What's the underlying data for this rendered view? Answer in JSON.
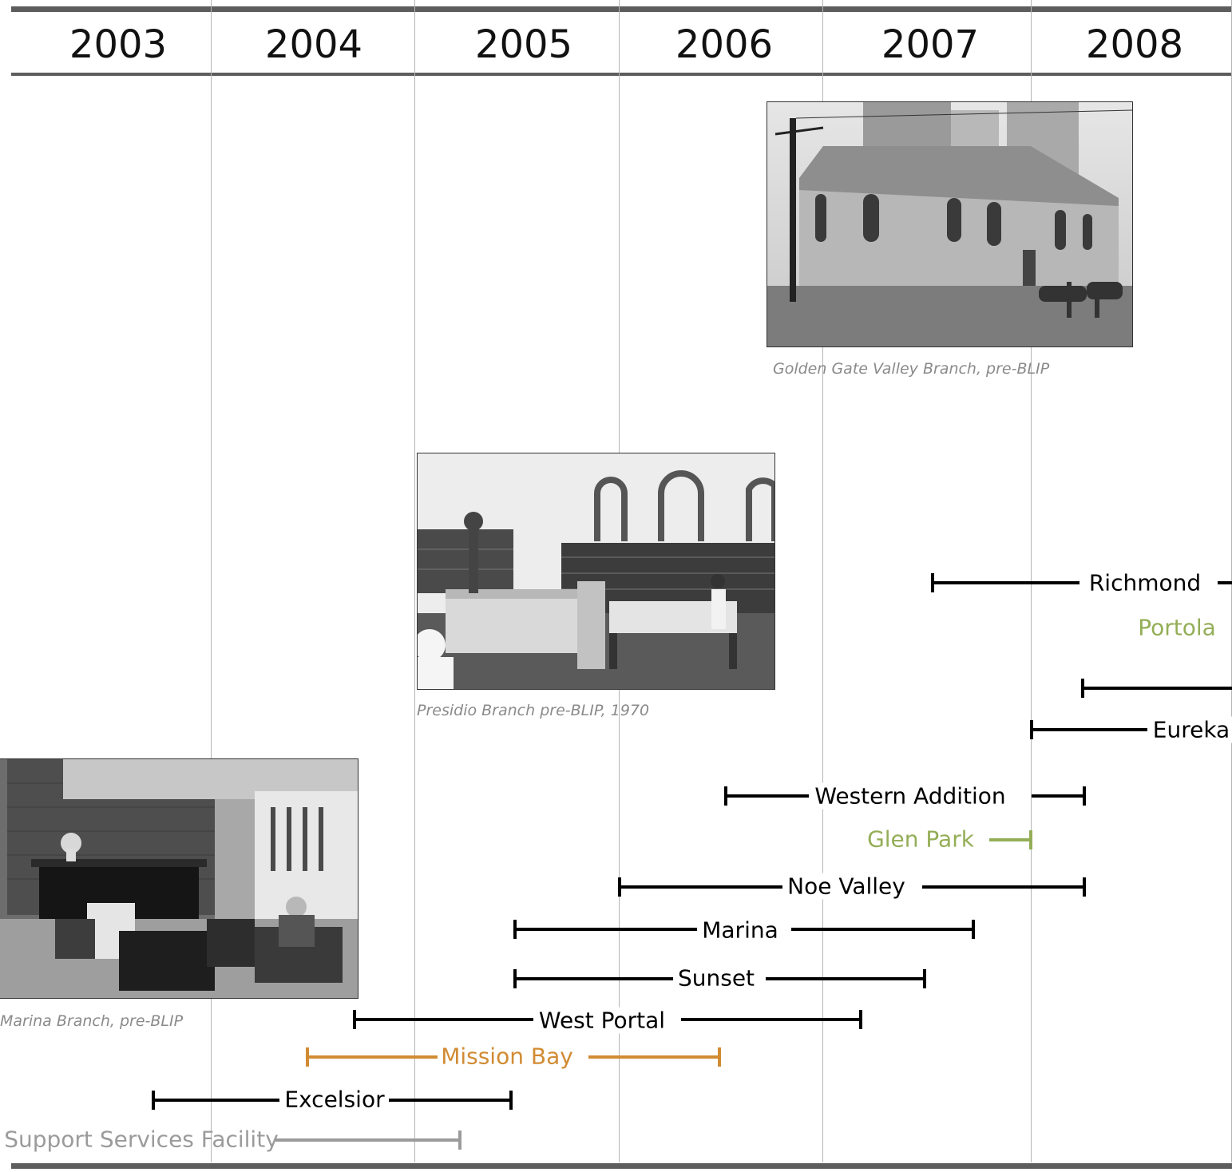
{
  "years": [
    "2003",
    "2004",
    "2005",
    "2006",
    "2007",
    "2008"
  ],
  "colors": {
    "frame": "#5d5d5d",
    "grid": "#b5b5b5",
    "standard": "#000000",
    "new_branch": "#d18b33",
    "green": "#94ae57",
    "support": "#9b9b9b",
    "caption": "#8a8a8a"
  },
  "photos": [
    {
      "id": "golden-gate",
      "caption": "Golden Gate Valley Branch, pre-BLIP",
      "icon": "library-exterior-photo"
    },
    {
      "id": "presidio",
      "caption": "Presidio Branch pre-BLIP, 1970",
      "icon": "library-interior-photo"
    },
    {
      "id": "marina",
      "caption": "Marina Branch, pre-BLIP",
      "icon": "library-lounge-photo"
    }
  ],
  "projects": [
    {
      "label": "Richmond",
      "color_key": "standard"
    },
    {
      "label": "Portola",
      "color_key": "green"
    },
    {
      "label": "",
      "color_key": "standard"
    },
    {
      "label": "Eureka",
      "color_key": "standard"
    },
    {
      "label": "Western Addition",
      "color_key": "standard"
    },
    {
      "label": "Glen Park",
      "color_key": "green"
    },
    {
      "label": "Noe Valley",
      "color_key": "standard"
    },
    {
      "label": "Marina",
      "color_key": "standard"
    },
    {
      "label": "Sunset",
      "color_key": "standard"
    },
    {
      "label": "West Portal",
      "color_key": "standard"
    },
    {
      "label": "Mission Bay",
      "color_key": "new_branch"
    },
    {
      "label": "Excelsior",
      "color_key": "standard"
    },
    {
      "label": "Support Services Facility",
      "color_key": "support"
    }
  ]
}
